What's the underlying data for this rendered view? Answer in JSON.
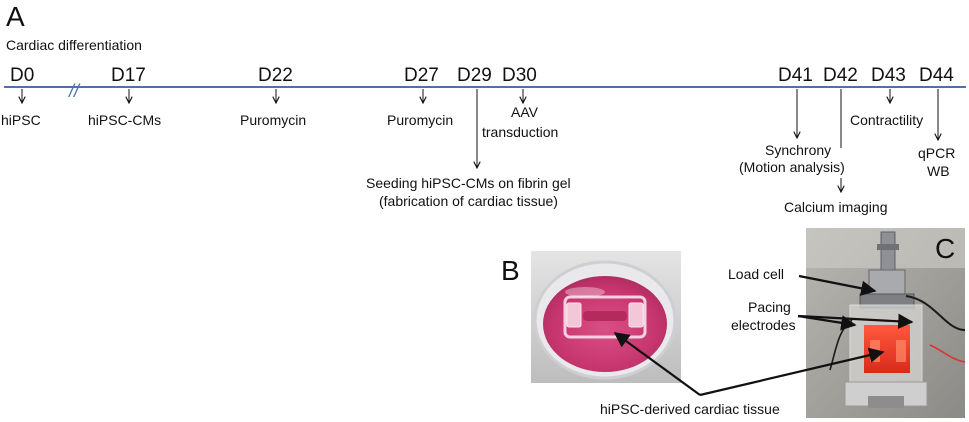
{
  "panel_a": {
    "letter": "A",
    "heading": "Cardiac differentiation",
    "break_mark": "//",
    "days": [
      "D0",
      "D17",
      "D22",
      "D27",
      "D29",
      "D30",
      "D41",
      "D42",
      "D43",
      "D44"
    ],
    "events": {
      "hipsc": "hiPSC",
      "hipsc_cms": "hiPSC-CMs",
      "puromycin_d22": "Puromycin",
      "puromycin_d27": "Puromycin",
      "aav_line1": "AAV",
      "aav_line2": "transduction",
      "seeding_line1": "Seeding hiPSC-CMs on fibrin gel",
      "seeding_line2": "(fabrication of cardiac tissue)",
      "synchrony_line1": "Synchrony",
      "synchrony_line2": "(Motion analysis)",
      "calcium": "Calcium imaging",
      "contractility": "Contractility",
      "qpcr": "qPCR",
      "wb": "WB"
    }
  },
  "panel_b": {
    "letter": "B"
  },
  "panel_c": {
    "letter": "C",
    "load_cell": "Load cell",
    "pacing_line1": "Pacing",
    "pacing_line2": "electrodes"
  },
  "shared_label": "hiPSC-derived cardiac tissue",
  "colors": {
    "timeline": "#4a72b0",
    "arrow": "#111111",
    "tissue": "#d8336c"
  }
}
